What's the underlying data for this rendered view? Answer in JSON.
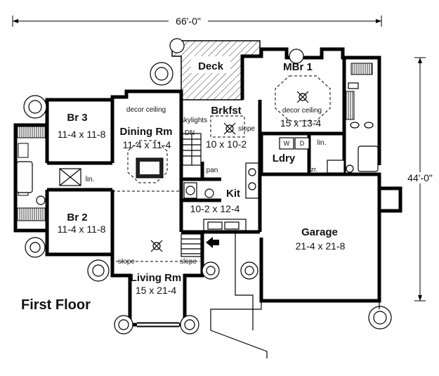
{
  "plan": {
    "title": "First Floor",
    "overall_width": "66'-0\"",
    "overall_depth": "44'-0\"",
    "rooms": [
      {
        "id": "deck",
        "name": "Deck",
        "size": ""
      },
      {
        "id": "mbr1",
        "name": "MBr 1",
        "size": "15 x 13-4"
      },
      {
        "id": "br3",
        "name": "Br 3",
        "size": "11-4 x 11-8"
      },
      {
        "id": "dining",
        "name": "Dining Rm",
        "size": "11-4 x 11-4"
      },
      {
        "id": "brkfst",
        "name": "Brkfst",
        "size": "10 x 10-2"
      },
      {
        "id": "ldry",
        "name": "Ldry",
        "size": ""
      },
      {
        "id": "kit",
        "name": "Kit",
        "size": "10-2 x 12-4"
      },
      {
        "id": "br2",
        "name": "Br 2",
        "size": "11-4 x 11-8"
      },
      {
        "id": "garage",
        "name": "Garage",
        "size": "21-4 x 21-8"
      },
      {
        "id": "living",
        "name": "Living Rm",
        "size": "15 x 21-4"
      }
    ],
    "notes": {
      "decor_ceiling_dining": "decor ceiling",
      "decor_ceiling_mbr": "decor ceiling",
      "skylights": "skylights",
      "slope_brkfst": "slope",
      "slope_living_left": "slope",
      "slope_living_right": "slope",
      "dn": "DN",
      "pan": "pan",
      "lin_hall": "lin.",
      "lin_mbr": "lin.",
      "washer": "W",
      "dryer": "D",
      "fzr": "fzr."
    }
  }
}
